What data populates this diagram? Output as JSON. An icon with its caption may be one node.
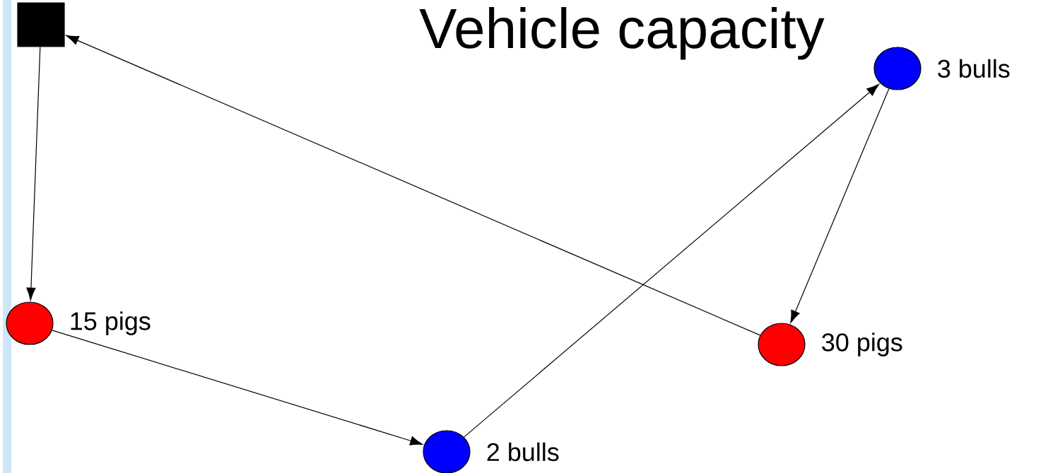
{
  "diagram": {
    "title": "Vehicle capacity",
    "nodes": [
      {
        "text": [],
        "shape": "box"
      },
      {
        "text": [],
        "shape": "circle",
        "beside": [
          "15 pigs"
        ]
      },
      {
        "text": [],
        "shape": "circle",
        "beside": [
          "2 bulls"
        ]
      },
      {
        "text": [],
        "shape": "circle",
        "beside": [
          "3 bulls"
        ]
      },
      {
        "text": [],
        "shape": "circle",
        "beside": [
          "30 pigs"
        ]
      }
    ],
    "edges": [
      {
        "from": 0,
        "to": 1,
        "arrow": "to"
      },
      {
        "from": 1,
        "to": 2,
        "arrow": "to"
      },
      {
        "from": 2,
        "to": 3,
        "arrow": "to"
      },
      {
        "from": 3,
        "to": 4,
        "arrow": "to"
      },
      {
        "from": 4,
        "to": 0,
        "arrow": "to"
      }
    ]
  }
}
